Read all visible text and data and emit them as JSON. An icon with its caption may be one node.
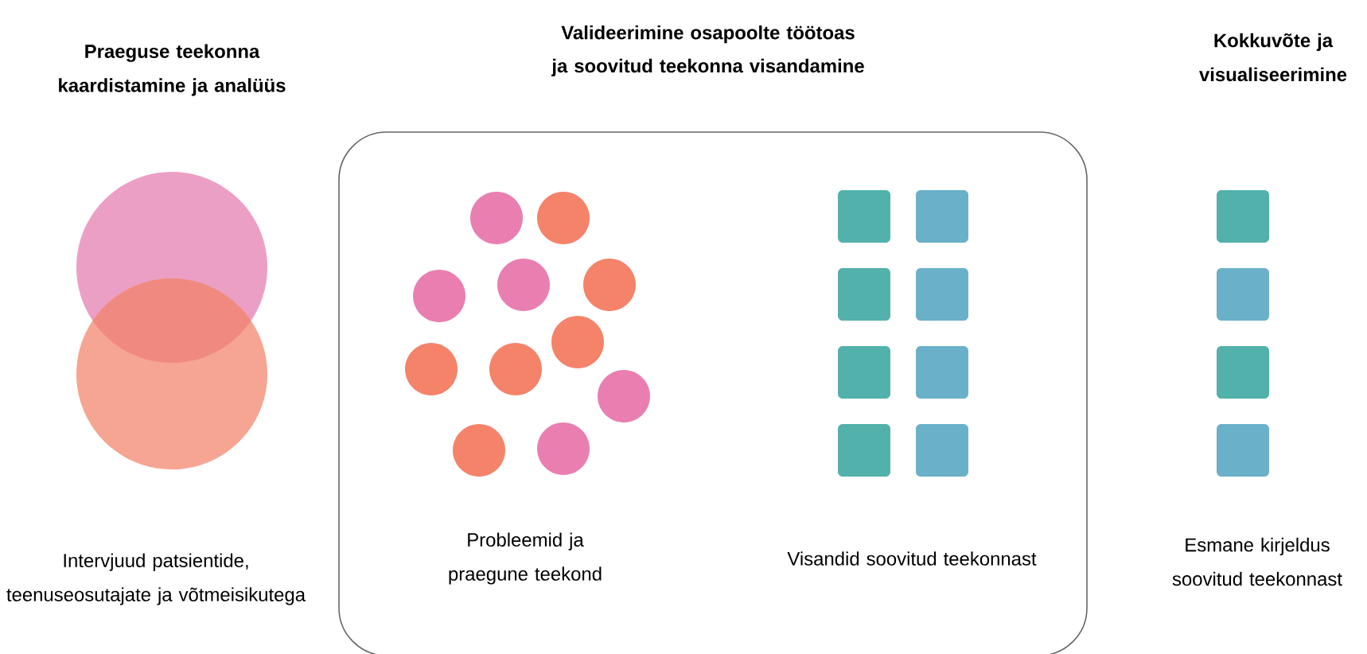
{
  "diagram": {
    "nodes": [
      {
        "text": [
          "Valideerimine osapoolte töötoas ja soovitud teekonna visandamine"
        ]
      }
    ],
    "labels": [
      "Praeguse teekonna kaardistamine ja analüüs",
      "Kokkuvõte ja visualiseerimine",
      "Intervjuud patsientide, teenuseosutajate ja võtmeisikutega",
      "Probleemid ja praegune teekond",
      "Visandid soovitud teekonnast",
      "Esmane kirjeldus soovitud teekonnast"
    ]
  }
}
